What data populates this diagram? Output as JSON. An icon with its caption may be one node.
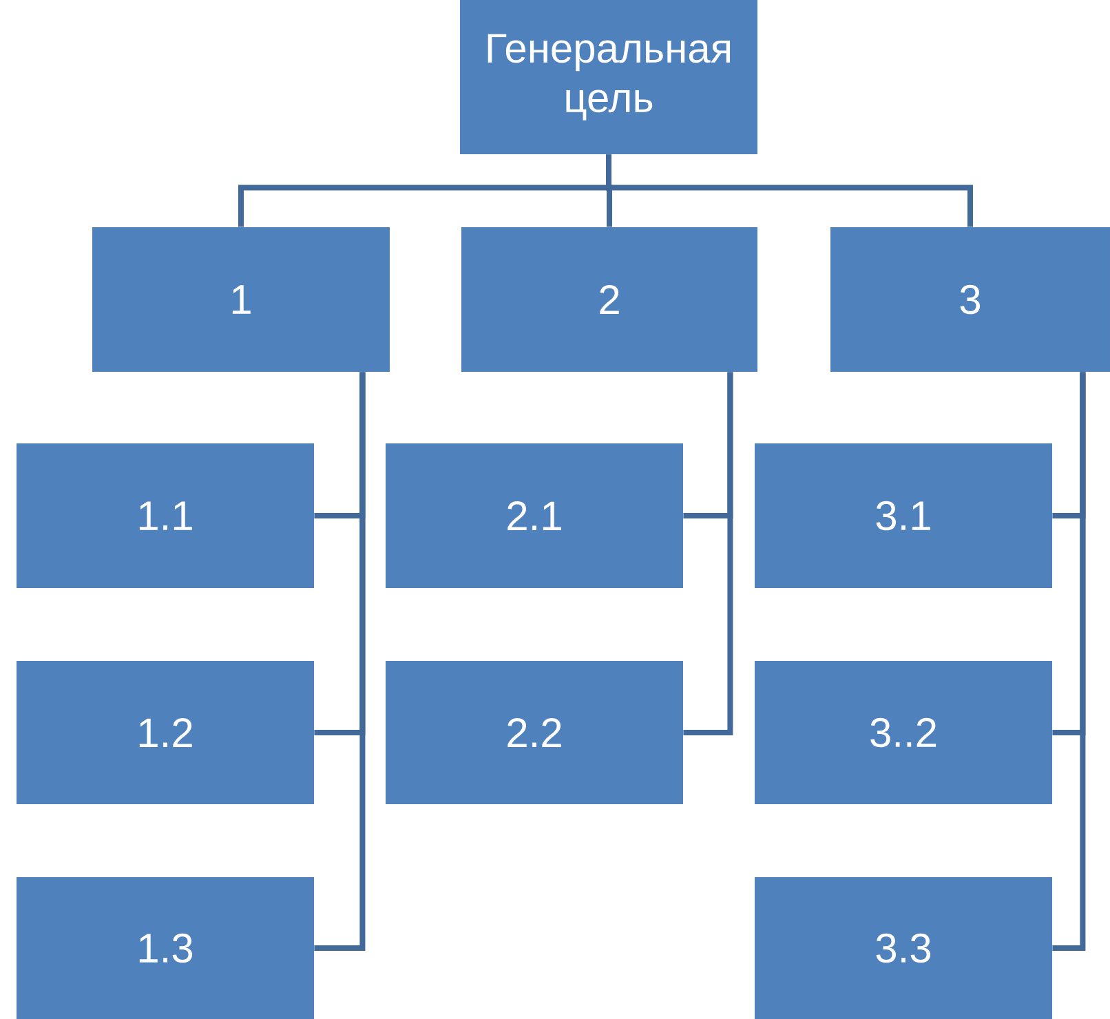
{
  "diagram": {
    "nodes": [
      {
        "text": [
          "Генеральная цель"
        ]
      },
      {
        "text": [
          "1"
        ]
      },
      {
        "text": [
          "2"
        ]
      },
      {
        "text": [
          "3"
        ]
      },
      {
        "text": [
          "1.1"
        ]
      },
      {
        "text": [
          "1.2"
        ]
      },
      {
        "text": [
          "1.3"
        ]
      },
      {
        "text": [
          "2.1"
        ]
      },
      {
        "text": [
          "2.2"
        ]
      },
      {
        "text": [
          "3.1"
        ]
      },
      {
        "text": [
          "3..2"
        ]
      },
      {
        "text": [
          "3.3"
        ]
      }
    ],
    "edges": [
      {
        "from": 0,
        "to": 1,
        "arrow": "none"
      },
      {
        "from": 0,
        "to": 2,
        "arrow": "none"
      },
      {
        "from": 0,
        "to": 3,
        "arrow": "none"
      },
      {
        "from": 1,
        "to": 4,
        "arrow": "none"
      },
      {
        "from": 1,
        "to": 5,
        "arrow": "none"
      },
      {
        "from": 1,
        "to": 6,
        "arrow": "none"
      },
      {
        "from": 2,
        "to": 7,
        "arrow": "none"
      },
      {
        "from": 2,
        "to": 8,
        "arrow": "none"
      },
      {
        "from": 3,
        "to": 9,
        "arrow": "none"
      },
      {
        "from": 3,
        "to": 10,
        "arrow": "none"
      },
      {
        "from": 3,
        "to": 11,
        "arrow": "none"
      }
    ]
  }
}
